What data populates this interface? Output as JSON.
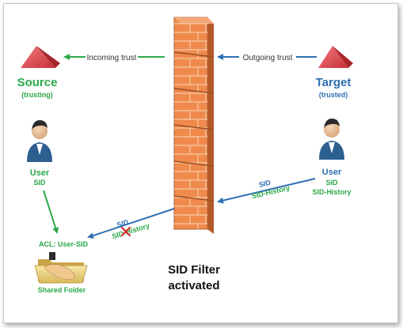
{
  "diagram": {
    "incoming_trust": "Incoming trust",
    "outgoing_trust": "Outgoing trust",
    "source": {
      "title": "Source",
      "subtitle": "(trusting)"
    },
    "target": {
      "title": "Target",
      "subtitle": "(trusted)"
    },
    "left_user": {
      "name": "User",
      "attr": "SID"
    },
    "right_user": {
      "name": "User",
      "attr1": "SID",
      "attr2": "SID-History"
    },
    "right_arrow_labels": {
      "line1": "SID",
      "line2": "SID-History"
    },
    "left_arrow_labels": {
      "line1": "SID",
      "line2": "SID-History"
    },
    "acl": "ACL: User-SID",
    "shared_folder": "Shared Folder",
    "filter": {
      "line1": "SID Filter",
      "line2": "activated"
    }
  },
  "colors": {
    "green": "#2aa84a",
    "blue": "#2f6fb3",
    "brick": "#ef8a4c",
    "mortar": "#b7643a",
    "pyramid": "#e34a4f",
    "cross": "#d32f2f"
  }
}
